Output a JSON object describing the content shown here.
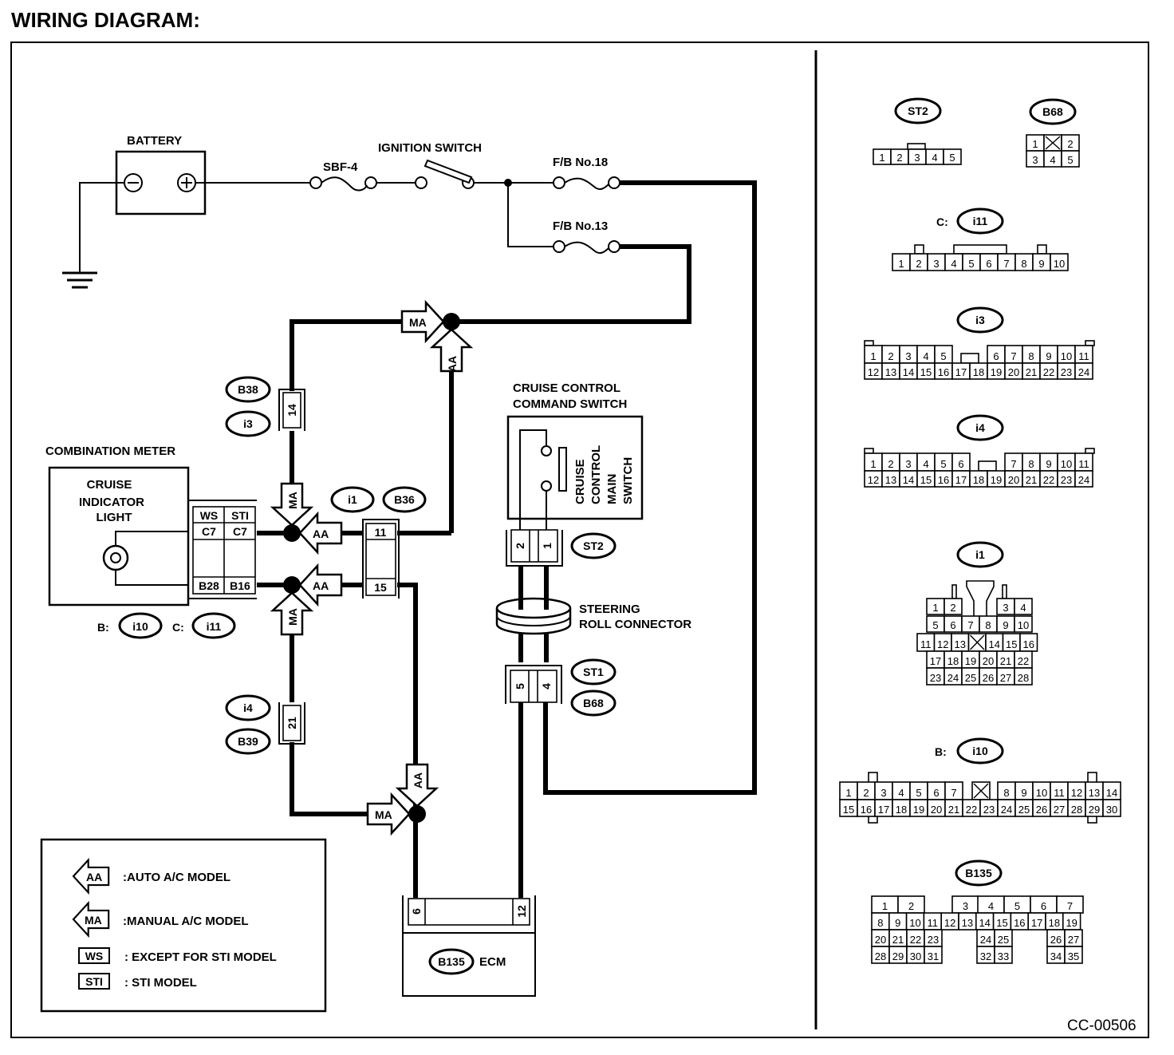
{
  "title": "WIRING DIAGRAM:",
  "figure_code": "CC-00506",
  "components": {
    "battery": "BATTERY",
    "fuse_sbf": "SBF-4",
    "ignition_switch": "IGNITION SWITCH",
    "fb18": "F/B  No.18",
    "fb13": "F/B  No.13",
    "combination_meter": "COMBINATION METER",
    "cruise_indicator": [
      "CRUISE",
      "INDICATOR",
      "LIGHT"
    ],
    "cruise_command_switch": [
      "CRUISE CONTROL",
      "COMMAND SWITCH"
    ],
    "main_switch": [
      "CRUISE",
      "CONTROL",
      "MAIN",
      "SWITCH"
    ],
    "steering_roll": [
      "STEERING",
      "ROLL CONNECTOR"
    ],
    "ecm": "ECM"
  },
  "connectors": {
    "b38": "B38",
    "i3": "i3",
    "i1": "i1",
    "b36": "B36",
    "i4": "i4",
    "b39": "B39",
    "st2": "ST2",
    "st1": "ST1",
    "b68": "B68",
    "b135": "B135",
    "i10": "i10",
    "i11": "i11",
    "b_prefix": "B:",
    "c_prefix": "C:"
  },
  "pins": {
    "p14": "14",
    "p21": "21",
    "p11": "11",
    "p15": "15",
    "p2": "2",
    "p1": "1",
    "p5": "5",
    "p4": "4",
    "p6": "6",
    "p12": "12",
    "meter_ws": "WS",
    "meter_sti": "STI",
    "c7a": "C7",
    "c7b": "C7",
    "b28": "B28",
    "b16": "B16"
  },
  "arrows": {
    "aa": "AA",
    "ma": "MA"
  },
  "legend": [
    {
      "symbol": "AA",
      "text": ":AUTO A/C MODEL"
    },
    {
      "symbol": "MA",
      "text": ":MANUAL A/C MODEL"
    },
    {
      "symbol": "WS",
      "text": ": EXCEPT FOR STI MODEL"
    },
    {
      "symbol": "STI",
      "text": ": STI MODEL"
    }
  ],
  "connector_views": {
    "st2": {
      "label": "ST2",
      "pins": [
        "1",
        "2",
        "3",
        "4",
        "5"
      ]
    },
    "b68": {
      "label": "B68",
      "row1": [
        "1",
        "X",
        "2"
      ],
      "row2": [
        "3",
        "4",
        "5"
      ]
    },
    "i11": {
      "prefix": "C:",
      "label": "i11",
      "pins": [
        "1",
        "2",
        "3",
        "4",
        "5",
        "6",
        "7",
        "8",
        "9",
        "10"
      ]
    },
    "i3": {
      "label": "i3",
      "row1": [
        "1",
        "2",
        "3",
        "4",
        "5",
        "",
        "",
        "6",
        "7",
        "8",
        "9",
        "10",
        "11"
      ],
      "row2": [
        "12",
        "13",
        "14",
        "15",
        "16",
        "17",
        "18",
        "19",
        "20",
        "21",
        "22",
        "23",
        "24"
      ]
    },
    "i4": {
      "label": "i4",
      "row1": [
        "1",
        "2",
        "3",
        "4",
        "5",
        "6",
        "",
        "",
        "7",
        "8",
        "9",
        "10",
        "11"
      ],
      "row2": [
        "12",
        "13",
        "14",
        "15",
        "16",
        "17",
        "18",
        "19",
        "20",
        "21",
        "22",
        "23",
        "24"
      ]
    },
    "i1": {
      "label": "i1",
      "rows": [
        [
          "1",
          "2",
          "",
          "",
          "3",
          "4"
        ],
        [
          "5",
          "6",
          "7",
          "8",
          "9",
          "10"
        ],
        [
          "11",
          "12",
          "13",
          "X",
          "14",
          "15",
          "16"
        ],
        [
          "17",
          "18",
          "19",
          "20",
          "21",
          "22"
        ],
        [
          "23",
          "24",
          "25",
          "26",
          "27",
          "28"
        ]
      ]
    },
    "i10": {
      "prefix": "B:",
      "label": "i10",
      "row1": [
        "1",
        "2",
        "3",
        "4",
        "5",
        "6",
        "7",
        "X",
        "8",
        "9",
        "10",
        "11",
        "12",
        "13",
        "14"
      ],
      "row2": [
        "15",
        "16",
        "17",
        "18",
        "19",
        "20",
        "21",
        "22",
        "23",
        "24",
        "25",
        "26",
        "27",
        "28",
        "29",
        "30"
      ]
    },
    "b135": {
      "label": "B135",
      "row1": [
        "1",
        "2",
        "3",
        "4",
        "5",
        "6",
        "7"
      ],
      "row2": [
        "8",
        "9",
        "10",
        "11",
        "12",
        "13",
        "14",
        "15",
        "16",
        "17",
        "18",
        "19"
      ],
      "row3": [
        "20",
        "21",
        "22",
        "23",
        "24",
        "25",
        "26",
        "27"
      ],
      "row4": [
        "28",
        "29",
        "30",
        "31",
        "32",
        "33",
        "34",
        "35"
      ]
    }
  }
}
